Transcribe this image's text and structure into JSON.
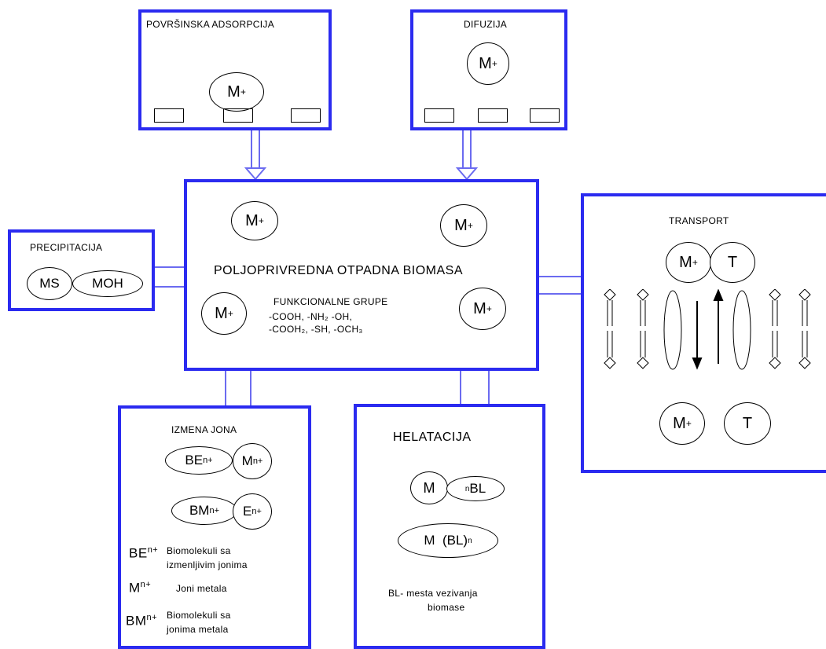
{
  "surface": {
    "title": "POVRŠINSKA ADSORPCIJA",
    "ion": "M",
    "ion_sup": "+"
  },
  "diffusion": {
    "title": "DIFUZIJA",
    "ion": "M",
    "ion_sup": "+"
  },
  "center": {
    "title": "POLJOPRIVREDNA OTPADNA BIOMASA",
    "groups_title": "FUNKCIONALNE GRUPE",
    "groups_line1": "-COOH, -NH₂ -OH,",
    "groups_line2": "-COOH₂, -SH, -OCH₃",
    "ion": "M",
    "ion_sup": "+"
  },
  "precipitation": {
    "title": "PRECIPITACIJA",
    "ms": "MS",
    "moh": "MOH"
  },
  "transport": {
    "title": "TRANSPORT",
    "ion": "M",
    "ion_sup": "+",
    "carrier": "T"
  },
  "ion_exchange": {
    "title": "IZMENA JONA",
    "be": "BE",
    "m": "M",
    "bm": "BM",
    "e": "E",
    "sup": "n+",
    "legend": [
      {
        "sym": "BE",
        "sup": "n+",
        "text1": "Biomolekuli sa",
        "text2": "izmenljivim jonima"
      },
      {
        "sym": "M",
        "sup": "n+",
        "text1": "Joni metala",
        "text2": ""
      },
      {
        "sym": "BM",
        "sup": "n+",
        "text1": "Biomolekuli sa",
        "text2": "jonima metala"
      }
    ]
  },
  "chelation": {
    "title": "HELATACIJA",
    "m": "M",
    "nbl_n": "n",
    "nbl": "BL",
    "complex": "M  (BL)",
    "complex_sub": "n",
    "note1": "BL- mesta vezivanja",
    "note2": "biomase"
  }
}
